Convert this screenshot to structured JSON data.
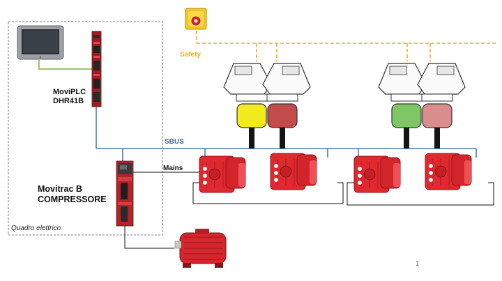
{
  "labels": {
    "plc_line1": "MoviPLC",
    "plc_line2": "DHR41B",
    "vfd_line1": "Movitrac B",
    "vfd_line2": "COMPRESSORE",
    "panel": "Quadro elettrico",
    "safety": "Safety",
    "sbus": "SBUS",
    "mains": "Mains",
    "page_number": "1"
  },
  "colors": {
    "safety_line": "#e8b21a",
    "sbus_line": "#4a7ab8",
    "hmi_link": "#9cc56a",
    "drive_red": "#e0292f",
    "panel_border": "#555555"
  },
  "valves": [
    {
      "color": "#f2ec1e"
    },
    {
      "color": "#c24b4b"
    },
    {
      "color": "#7fc664"
    },
    {
      "color": "#d98d8d"
    }
  ],
  "icons": {
    "hmi": "touch-panel-icon",
    "plc": "plc-module-icon",
    "vfd": "frequency-inverter-icon",
    "motor": "electric-motor-icon",
    "estop": "emergency-stop-icon",
    "valve": "pneumatic-valve-icon",
    "drive": "gear-motor-drive-icon"
  }
}
